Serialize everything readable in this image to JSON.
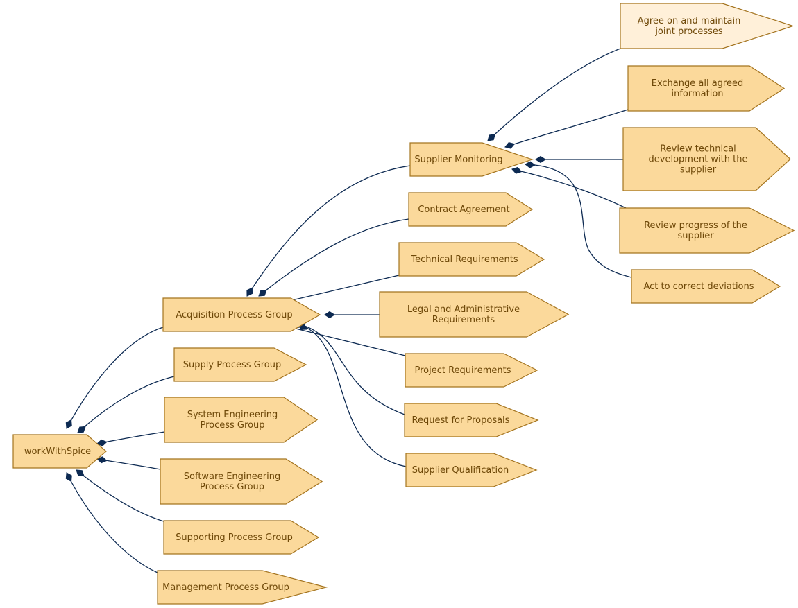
{
  "colors": {
    "node_fill": "#fbd99b",
    "node_fill_highlight": "#fff0d9",
    "node_stroke": "#a4741f",
    "node_text": "#6e4808",
    "edge": "#0d2a52"
  },
  "nodes": {
    "root": {
      "label": [
        "workWithSpice"
      ]
    },
    "acquisition": {
      "label": [
        "Acquisition Process Group"
      ]
    },
    "supply": {
      "label": [
        "Supply Process Group"
      ]
    },
    "system_eng": {
      "label": [
        "System Engineering",
        "Process Group"
      ]
    },
    "software_eng": {
      "label": [
        "Software Engineering",
        "Process Group"
      ]
    },
    "supporting": {
      "label": [
        "Supporting Process Group"
      ]
    },
    "management": {
      "label": [
        "Management Process Group"
      ]
    },
    "supplier_monitoring": {
      "label": [
        "Supplier Monitoring"
      ]
    },
    "contract_agreement": {
      "label": [
        "Contract Agreement"
      ]
    },
    "technical_requirements": {
      "label": [
        "Technical Requirements"
      ]
    },
    "legal_admin": {
      "label": [
        "Legal and Administrative",
        "Requirements"
      ]
    },
    "project_requirements": {
      "label": [
        "Project Requirements"
      ]
    },
    "request_proposals": {
      "label": [
        "Request for Proposals"
      ]
    },
    "supplier_qualification": {
      "label": [
        "Supplier Qualification"
      ]
    },
    "agree_joint": {
      "label": [
        "Agree on and maintain",
        "joint processes"
      ],
      "highlight": true
    },
    "exchange_info": {
      "label": [
        "Exchange all agreed",
        "information"
      ]
    },
    "review_technical": {
      "label": [
        "Review technical",
        "development with the",
        "supplier"
      ]
    },
    "review_progress": {
      "label": [
        "Review progress of the",
        "supplier"
      ]
    },
    "act_correct": {
      "label": [
        "Act to correct deviations"
      ]
    }
  },
  "edges": [
    [
      "root",
      "acquisition"
    ],
    [
      "root",
      "supply"
    ],
    [
      "root",
      "system_eng"
    ],
    [
      "root",
      "software_eng"
    ],
    [
      "root",
      "supporting"
    ],
    [
      "root",
      "management"
    ],
    [
      "acquisition",
      "supplier_monitoring"
    ],
    [
      "acquisition",
      "contract_agreement"
    ],
    [
      "acquisition",
      "technical_requirements"
    ],
    [
      "acquisition",
      "legal_admin"
    ],
    [
      "acquisition",
      "project_requirements"
    ],
    [
      "acquisition",
      "request_proposals"
    ],
    [
      "acquisition",
      "supplier_qualification"
    ],
    [
      "supplier_monitoring",
      "agree_joint"
    ],
    [
      "supplier_monitoring",
      "exchange_info"
    ],
    [
      "supplier_monitoring",
      "review_technical"
    ],
    [
      "supplier_monitoring",
      "review_progress"
    ],
    [
      "supplier_monitoring",
      "act_correct"
    ]
  ]
}
